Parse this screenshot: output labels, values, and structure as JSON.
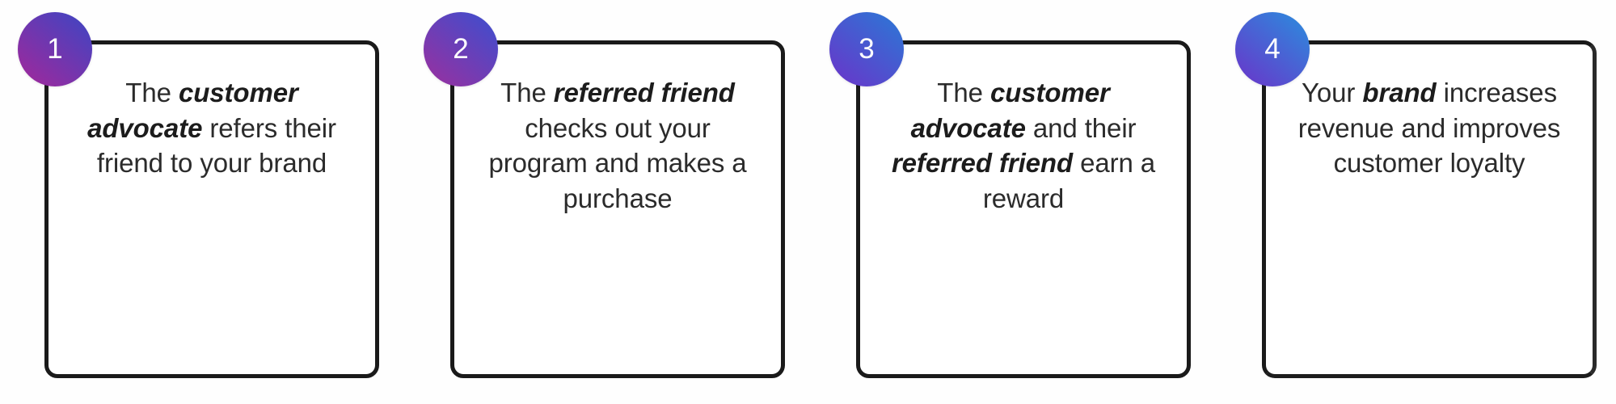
{
  "page": {
    "title": "Referral program four step flow",
    "background_color": "#fefefe",
    "card_border_color": "#1a1a1a",
    "card_background": "#ffffff",
    "text_color": "#2b2b2b"
  },
  "steps": [
    {
      "number": "1",
      "badge_gradient_from": "#3b46c4",
      "badge_gradient_to": "#a4279a",
      "text_parts": [
        {
          "text": "The ",
          "emphasis": false
        },
        {
          "text": "customer advocate",
          "emphasis": true
        },
        {
          "text": " refers their friend to your brand",
          "emphasis": false
        }
      ],
      "plain_text": "The customer advocate refers their friend to your brand"
    },
    {
      "number": "2",
      "badge_gradient_from": "#3a4fd0",
      "badge_gradient_to": "#9c2f9e",
      "text_parts": [
        {
          "text": "The ",
          "emphasis": false
        },
        {
          "text": "referred friend",
          "emphasis": true
        },
        {
          "text": " checks out your program and makes a purchase",
          "emphasis": false
        }
      ],
      "plain_text": "The referred friend checks out your program and makes a purchase"
    },
    {
      "number": "3",
      "badge_gradient_from": "#2a79d6",
      "badge_gradient_to": "#6b33c9",
      "text_parts": [
        {
          "text": "The ",
          "emphasis": false
        },
        {
          "text": "customer advocate",
          "emphasis": true
        },
        {
          "text": " and their ",
          "emphasis": false
        },
        {
          "text": "referred friend",
          "emphasis": true
        },
        {
          "text": " earn a reward",
          "emphasis": false
        }
      ],
      "plain_text": "The customer advocate and their referred friend earn a reward"
    },
    {
      "number": "4",
      "badge_gradient_from": "#2a8ede",
      "badge_gradient_to": "#6b33c9",
      "text_parts": [
        {
          "text": "Your ",
          "emphasis": false
        },
        {
          "text": "brand",
          "emphasis": true
        },
        {
          "text": " increases revenue and improves customer loyalty",
          "emphasis": false
        }
      ],
      "plain_text": "Your brand increases revenue and improves customer loyalty"
    }
  ]
}
